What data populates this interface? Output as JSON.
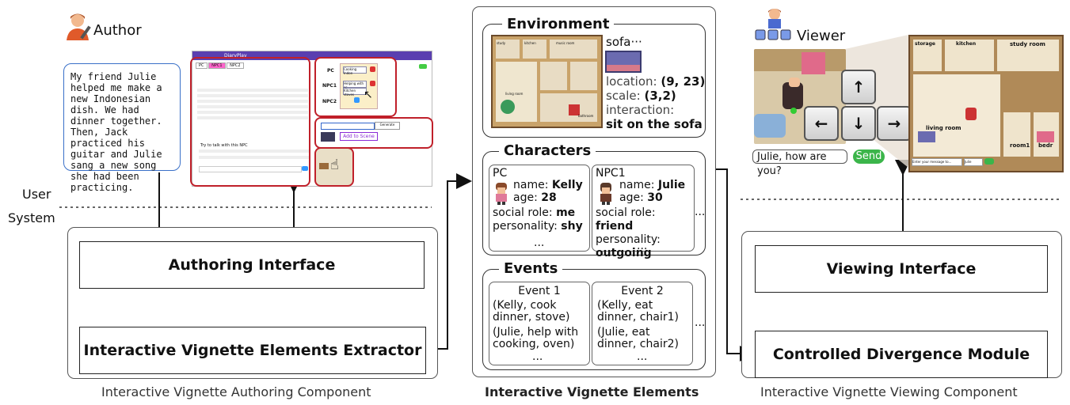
{
  "author": {
    "label": "Author"
  },
  "viewer": {
    "label": "Viewer"
  },
  "story_text": "My friend Julie helped me make a new Indonesian dish. We had dinner together. Then, Jack practiced his guitar and Julie sang a new song she had been practicing.",
  "divider": {
    "user": "User",
    "system": "System"
  },
  "authoring": {
    "interface": "Authoring Interface",
    "extractor": "Interactive Vignette Elements Extractor",
    "caption": "Interactive Vignette Authoring Component"
  },
  "mockui": {
    "app_title": "DiaryPlay",
    "tabs": [
      "PC",
      "NPC1",
      "NPC2"
    ],
    "npc_rows": [
      "PC",
      "NPC1",
      "NPC2"
    ],
    "chip_cooking": "Cooking Indon",
    "chip_helping": "Helping with cc",
    "chip_kitchen": "Kitchen stoves",
    "add_to_scene": "Add to Scene",
    "generate": "Generate",
    "talk_hint": "Try to talk with this NPC"
  },
  "elements": {
    "caption": "Interactive Vignette Elements",
    "environment": {
      "title": "Environment",
      "object": "sofa···",
      "location_label": "location:",
      "location_value": "(9, 23)",
      "scale_label": "scale:",
      "scale_value": "(3,2)",
      "interaction_label": "interaction:",
      "interaction_value": "sit on the sofa",
      "map_rooms": [
        "study",
        "kitchen",
        "music room",
        "living room",
        "bathroom"
      ]
    },
    "characters": {
      "title": "Characters",
      "more": "...",
      "list": [
        {
          "id": "PC",
          "name_label": "name:",
          "name": "Kelly",
          "age_label": "age:",
          "age": "28",
          "role_label": "social role:",
          "role": "me",
          "pers_label": "personality:",
          "pers": "shy",
          "more": "..."
        },
        {
          "id": "NPC1",
          "name_label": "name:",
          "name": "Julie",
          "age_label": "age:",
          "age": "30",
          "role_label": "social role:",
          "role": "friend",
          "pers_label": "personality:",
          "pers": "outgoing",
          "more": "..."
        }
      ]
    },
    "events": {
      "title": "Events",
      "more": "...",
      "list": [
        {
          "title": "Event 1",
          "a": "(Kelly, cook dinner, stove)",
          "b": "(Julie, help with cooking, oven)",
          "more": "..."
        },
        {
          "title": "Event 2",
          "a": "(Kelly, eat dinner, chair1)",
          "b": "(Julie, eat dinner, chair2)",
          "more": "..."
        }
      ]
    }
  },
  "viewing": {
    "interface": "Viewing Interface",
    "module": "Controlled Divergence Module",
    "caption": "Interactive Vignette Viewing Component",
    "chat_input": "Julie, how are you?",
    "send": "Send",
    "keys": {
      "up": "↑",
      "left": "←",
      "down": "↓",
      "right": "→"
    },
    "map_rooms": [
      "storage",
      "kitchen",
      "study room",
      "living room",
      "room1",
      "bedr"
    ],
    "small_input": "Enter your message to...",
    "small_select": "Julie"
  }
}
